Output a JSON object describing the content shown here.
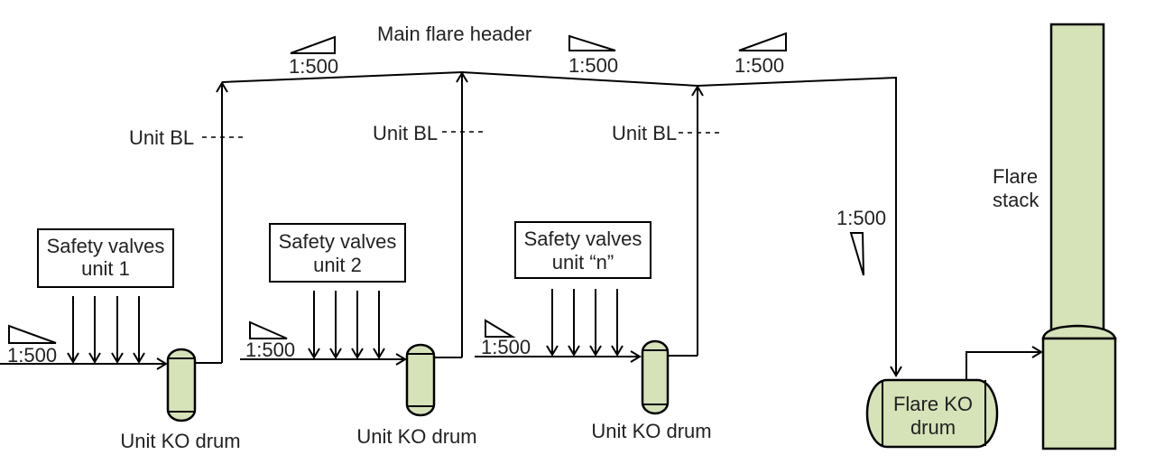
{
  "diagram": {
    "main_header_label": "Main flare header",
    "slope_label": "1:500",
    "unit_bl_label": "Unit BL",
    "units": [
      {
        "valves_line1": "Safety valves",
        "valves_line2": "unit 1",
        "drum_label": "Unit KO drum",
        "valve_count": 4
      },
      {
        "valves_line1": "Safety valves",
        "valves_line2": "unit 2",
        "drum_label": "Unit KO drum",
        "valve_count": 4
      },
      {
        "valves_line1": "Safety valves",
        "valves_line2": "unit “n”",
        "drum_label": "Unit KO drum",
        "valve_count": 4
      }
    ],
    "flare_ko_drum": {
      "line1": "Flare KO",
      "line2": "drum"
    },
    "flare_stack": {
      "line1": "Flare",
      "line2": "stack"
    },
    "colors": {
      "vessel_fill": "#d6e2b8",
      "line": "#000000"
    }
  }
}
